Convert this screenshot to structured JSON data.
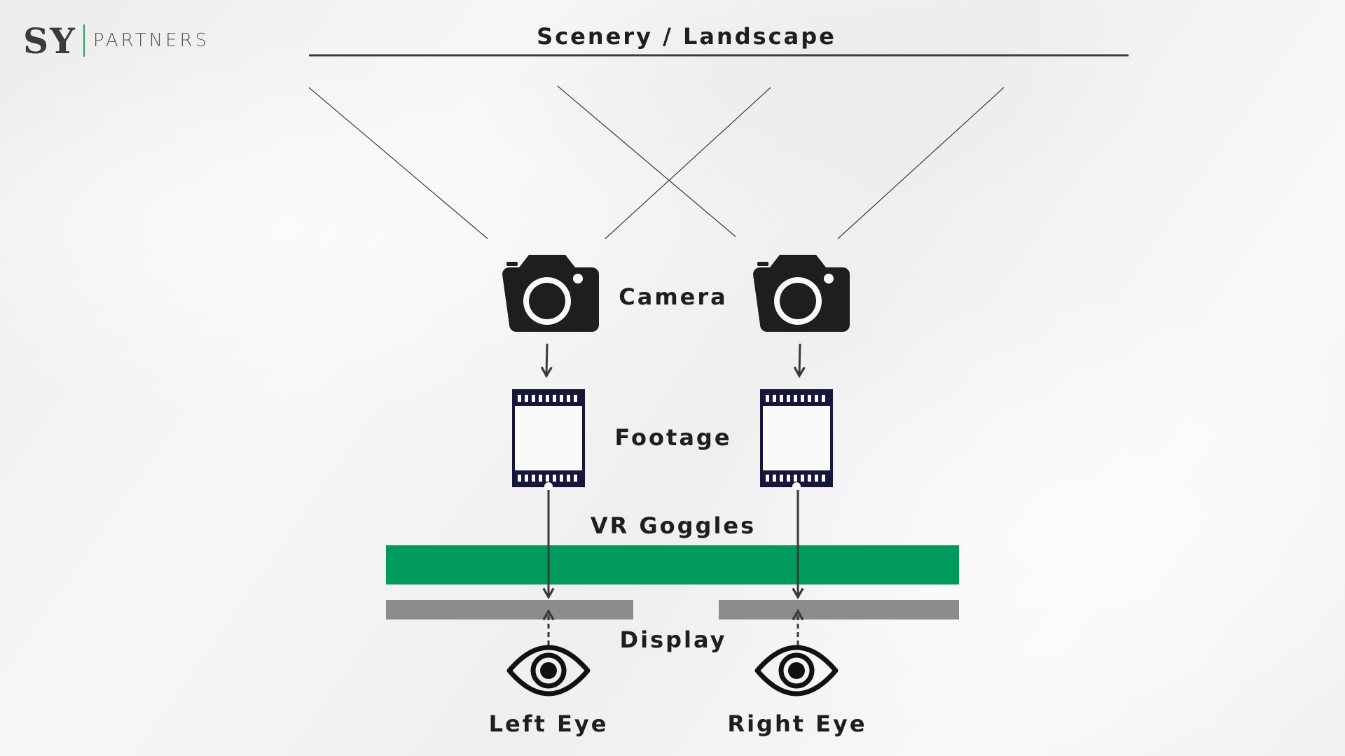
{
  "brand": {
    "mark": "SY",
    "word": "PARTNERS"
  },
  "labels": {
    "scenery": "Scenery / Landscape",
    "camera": "Camera",
    "footage": "Footage",
    "vr_goggles": "VR Goggles",
    "display": "Display",
    "left_eye": "Left Eye",
    "right_eye": "Right Eye"
  },
  "icons": {
    "camera": "camera-icon",
    "film": "film-strip-icon",
    "eye": "eye-icon"
  },
  "colors": {
    "goggles": "#009b5c",
    "display": "#8c8c8c",
    "film": "#16163a",
    "ink": "#1e1e1e",
    "brand_accent": "#2e9c5a"
  }
}
